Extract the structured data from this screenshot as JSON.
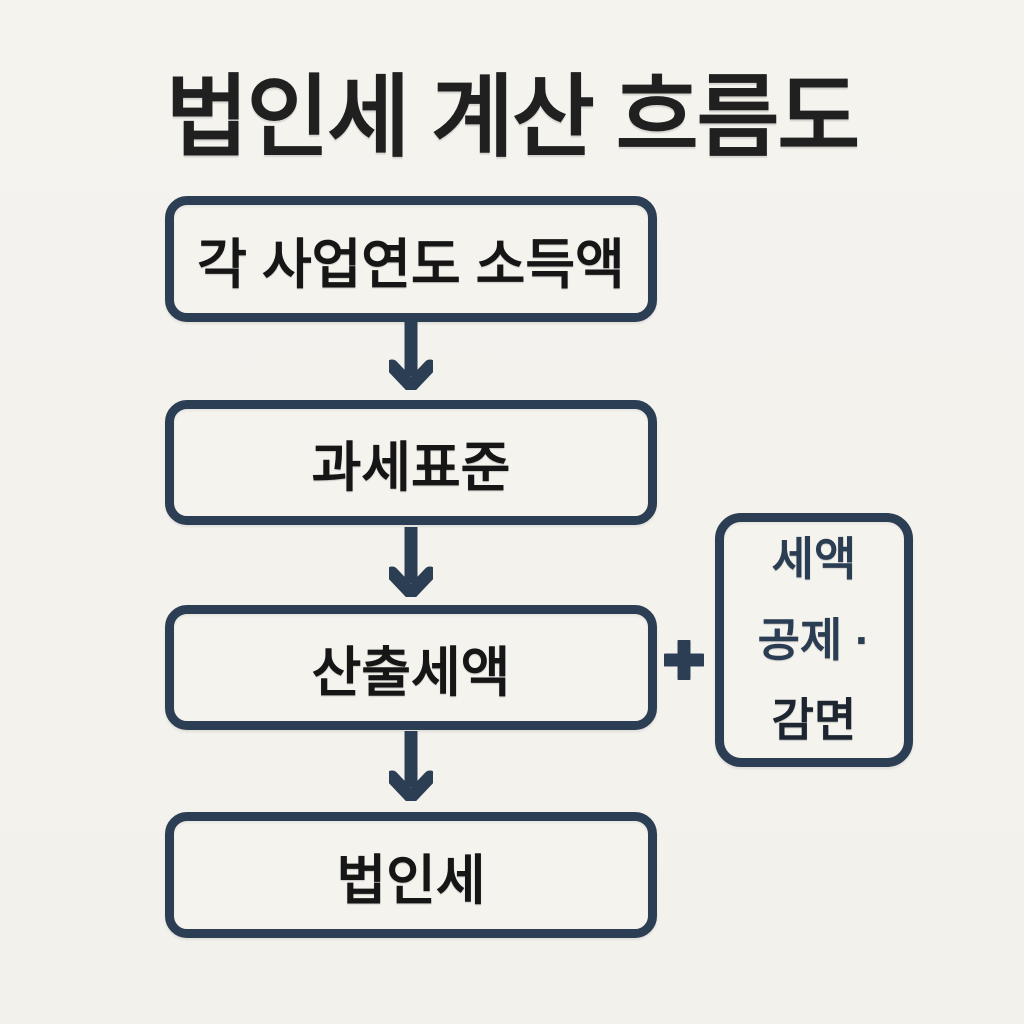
{
  "title": "법인세 계산 흐름도",
  "flow": {
    "boxes": [
      {
        "label": "각 사업연도 소득액"
      },
      {
        "label": "과세표준"
      },
      {
        "label": "산출세액"
      },
      {
        "label": "법인세"
      }
    ],
    "side_box": {
      "lines": [
        "세액",
        "공제 ·",
        "감면"
      ]
    },
    "operator": "+"
  },
  "palette": {
    "background": "#f4f2ed",
    "box_fill": "#f5f3ee",
    "line_and_border": "#2c3e54",
    "title_text": "#202020",
    "box_text": "#161616",
    "side_text_navy": "#2b3d52",
    "side_text_dark": "#1d2531"
  }
}
